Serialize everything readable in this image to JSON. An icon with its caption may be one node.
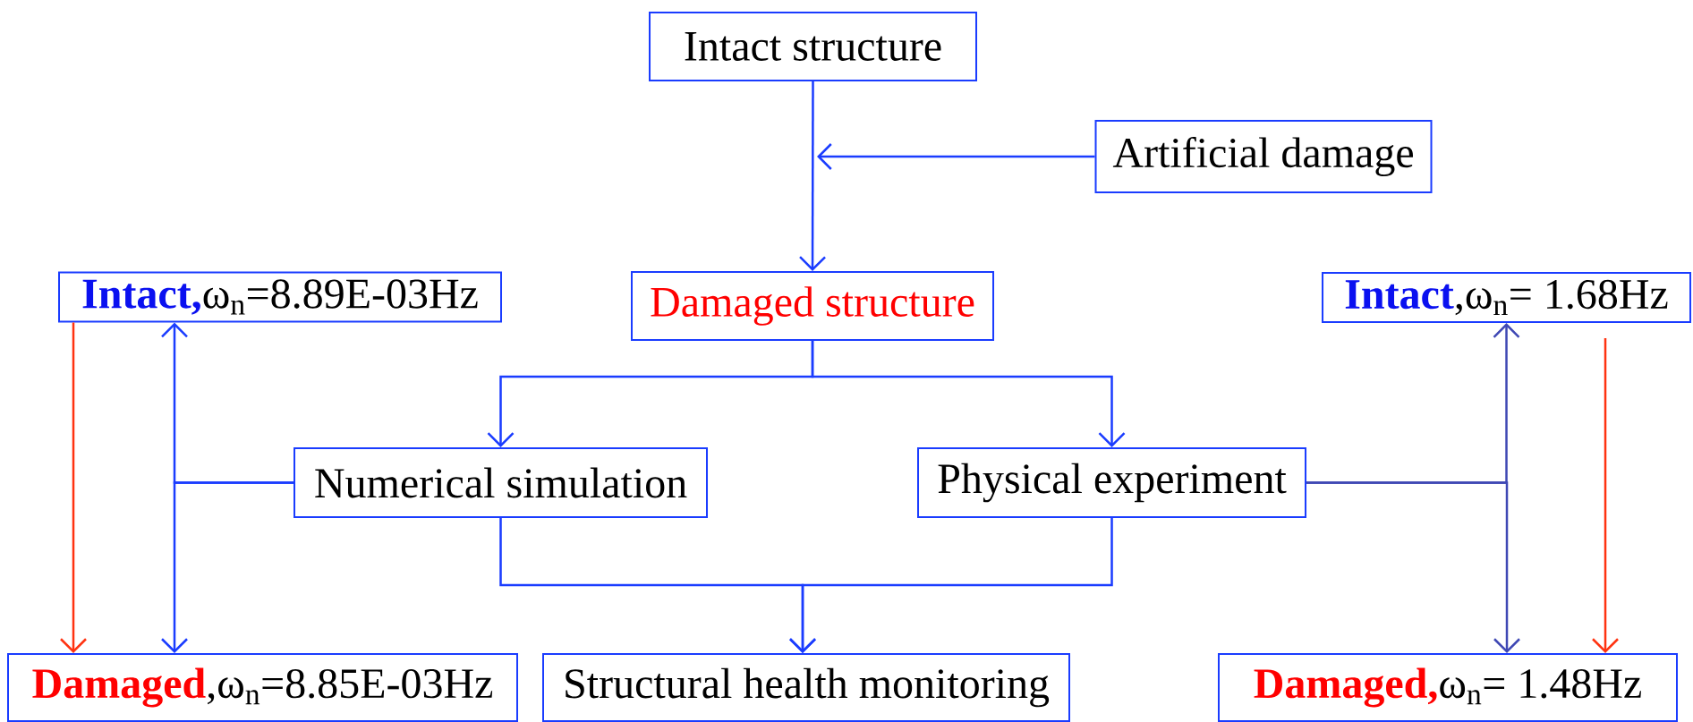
{
  "diagram": {
    "nodes": [
      {
        "text": [
          "Intact structure"
        ]
      },
      {
        "text": [
          "Artificial damage"
        ]
      },
      {
        "text": [
          "Damaged structure"
        ]
      },
      {
        "text": [
          "Intact,",
          "ω$_{n}$=8.89E-03Hz"
        ]
      },
      {
        "text": [
          "Intact",
          ",ω$_{n}$= 1.68Hz"
        ]
      },
      {
        "text": [
          "Numerical simulation"
        ]
      },
      {
        "text": [
          "Physical experiment"
        ]
      },
      {
        "text": [
          "Damaged",
          ",ω$_{n}$=8.85E-03Hz"
        ]
      },
      {
        "text": [
          "Structural health monitoring"
        ]
      },
      {
        "text": [
          "Damaged,",
          "ω$_{n}$= 1.48Hz"
        ]
      }
    ],
    "edges": [
      {
        "from": 0,
        "to": 2,
        "arrow": "to"
      },
      {
        "from": 1,
        "to": null,
        "arrow": "to"
      },
      {
        "from": 2,
        "to": 5,
        "arrow": "to"
      },
      {
        "from": 2,
        "to": 6,
        "arrow": "to"
      },
      {
        "from": 3,
        "to": 7,
        "arrow": "to",
        "color": "#ff3311"
      },
      {
        "from": 5,
        "to": 3,
        "arrow": "to"
      },
      {
        "from": 5,
        "to": 7,
        "arrow": "to"
      },
      {
        "from": 6,
        "to": 4,
        "arrow": "to",
        "color": "#3f48b4"
      },
      {
        "from": 6,
        "to": 9,
        "arrow": "to",
        "color": "#3f48b4"
      },
      {
        "from": 4,
        "to": 9,
        "arrow": "to",
        "color": "#ff3311"
      },
      {
        "from": 5,
        "to": 8,
        "arrow": "to"
      },
      {
        "from": 6,
        "to": 8,
        "arrow": "to"
      }
    ]
  }
}
